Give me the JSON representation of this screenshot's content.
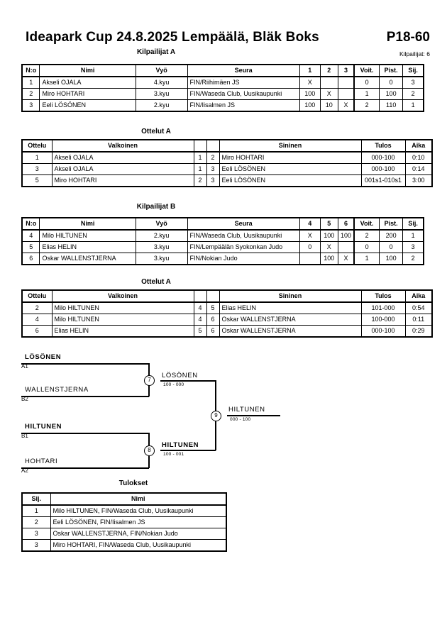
{
  "header": {
    "title": "Ideapark Cup  24.8.2025  Lempäälä, Bläk Boks",
    "category": "P18-60",
    "subtitle": "Kilpailijat A",
    "competitor_count": "Kilpailijat: 6"
  },
  "pool_a": {
    "caption": "Kilpailijat A",
    "headers": [
      "N:o",
      "Nimi",
      "Vyö",
      "Seura",
      "1",
      "2",
      "3",
      "Voit.",
      "Pist.",
      "Sij."
    ],
    "rows": [
      {
        "no": "1",
        "name": "Akseli OJALA",
        "belt": "4.kyu",
        "club": "FIN/Riihimäen JS",
        "s1": "X",
        "s2": "",
        "s3": "",
        "wins": "0",
        "points": "0",
        "rank": "3"
      },
      {
        "no": "2",
        "name": "Miro HOHTARI",
        "belt": "3.kyu",
        "club": "FIN/Waseda Club, Uusikaupunki",
        "s1": "100",
        "s2": "X",
        "s3": "",
        "wins": "1",
        "points": "100",
        "rank": "2"
      },
      {
        "no": "3",
        "name": "Eeli LÖSÖNEN",
        "belt": "2.kyu",
        "club": "FIN/Iisalmen JS",
        "s1": "100",
        "s2": "10",
        "s3": "X",
        "wins": "2",
        "points": "110",
        "rank": "1"
      }
    ]
  },
  "matches_a": {
    "caption": "Ottelut A",
    "headers": [
      "Ottelu",
      "Valkoinen",
      "",
      "",
      "Sininen",
      "Tulos",
      "Aika"
    ],
    "rows": [
      {
        "match": "1",
        "white": "Akseli OJALA",
        "white_bold": false,
        "wno": "1",
        "bno": "2",
        "blue": "Miro HOHTARI",
        "blue_bold": true,
        "result": "000-100",
        "time": "0:10"
      },
      {
        "match": "3",
        "white": "Akseli OJALA",
        "white_bold": false,
        "wno": "1",
        "bno": "3",
        "blue": "Eeli LÖSÖNEN",
        "blue_bold": true,
        "result": "000-100",
        "time": "0:14"
      },
      {
        "match": "5",
        "white": "Miro HOHTARI",
        "white_bold": false,
        "wno": "2",
        "bno": "3",
        "blue": "Eeli LÖSÖNEN",
        "blue_bold": true,
        "result": "001s1-010s1",
        "time": "3:00"
      }
    ]
  },
  "pool_b": {
    "caption": "Kilpailijat B",
    "headers": [
      "N:o",
      "Nimi",
      "Vyö",
      "Seura",
      "4",
      "5",
      "6",
      "Voit.",
      "Pist.",
      "Sij."
    ],
    "rows": [
      {
        "no": "4",
        "name": "Milo HILTUNEN",
        "belt": "2.kyu",
        "club": "FIN/Waseda Club, Uusikaupunki",
        "s1": "X",
        "s2": "100",
        "s3": "100",
        "wins": "2",
        "points": "200",
        "rank": "1"
      },
      {
        "no": "5",
        "name": "Elias HELIN",
        "belt": "3.kyu",
        "club": "FIN/Lempäälän Syokonkan Judo",
        "s1": "0",
        "s2": "X",
        "s3": "",
        "wins": "0",
        "points": "0",
        "rank": "3"
      },
      {
        "no": "6",
        "name": "Oskar WALLENSTJERNA",
        "belt": "3.kyu",
        "club": "FIN/Nokian Judo",
        "s1": "",
        "s2": "100",
        "s3": "X",
        "wins": "1",
        "points": "100",
        "rank": "2"
      }
    ]
  },
  "matches_b": {
    "caption": "Ottelut A",
    "headers": [
      "Ottelu",
      "Valkoinen",
      "",
      "",
      "Sininen",
      "Tulos",
      "Aika"
    ],
    "rows": [
      {
        "match": "2",
        "white": "Milo HILTUNEN",
        "white_bold": true,
        "wno": "4",
        "bno": "5",
        "blue": "Elias HELIN",
        "blue_bold": false,
        "result": "101-000",
        "time": "0:54"
      },
      {
        "match": "4",
        "white": "Milo HILTUNEN",
        "white_bold": true,
        "wno": "4",
        "bno": "6",
        "blue": "Oskar WALLENSTJERNA",
        "blue_bold": false,
        "result": "100-000",
        "time": "0:11"
      },
      {
        "match": "6",
        "white": "Elias HELIN",
        "white_bold": false,
        "wno": "5",
        "bno": "6",
        "blue": "Oskar WALLENSTJERNA",
        "blue_bold": true,
        "result": "000-100",
        "time": "0:29"
      }
    ]
  },
  "bracket": {
    "entrants": [
      {
        "name": "LÖSÖNEN",
        "seed": "A1",
        "bold": true
      },
      {
        "name": "WALLENSTJERNA",
        "seed": "B2",
        "bold": false
      },
      {
        "name": "HILTUNEN",
        "seed": "B1",
        "bold": true
      },
      {
        "name": "HOHTARI",
        "seed": "A2",
        "bold": false
      }
    ],
    "semifinal_1": {
      "node": "7",
      "winner": "LÖSÖNEN",
      "score": "100 - 000",
      "bold": false
    },
    "semifinal_2": {
      "node": "8",
      "winner": "HILTUNEN",
      "score": "100 - 001",
      "bold": true
    },
    "final": {
      "node": "9",
      "winner": "HILTUNEN",
      "score": "000 - 100",
      "bold": false
    }
  },
  "results": {
    "caption": "Tulokset",
    "headers": [
      "Sij.",
      "Nimi"
    ],
    "rows": [
      {
        "rank": "1",
        "name": "Milo HILTUNEN, FIN/Waseda Club, Uusikaupunki"
      },
      {
        "rank": "2",
        "name": "Eeli LÖSÖNEN, FIN/Iisalmen JS"
      },
      {
        "rank": "3",
        "name": "Oskar WALLENSTJERNA, FIN/Nokian Judo"
      },
      {
        "rank": "3",
        "name": "Miro HOHTARI, FIN/Waseda Club, Uusikaupunki"
      }
    ]
  }
}
